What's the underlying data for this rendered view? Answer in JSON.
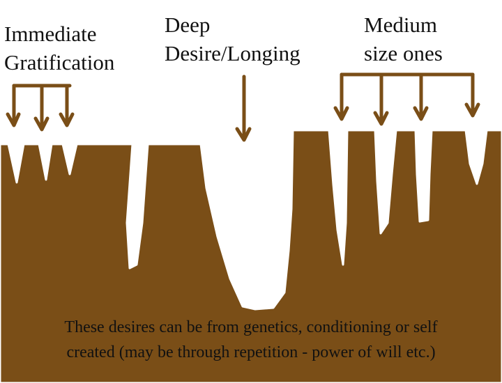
{
  "labels": {
    "immediate_line1": "Immediate",
    "immediate_line2": "Gratification",
    "deep_line1": "Deep",
    "deep_line2": "Desire/Longing",
    "medium_line1": "Medium",
    "medium_line2": "size ones"
  },
  "caption": {
    "line1": "These desires can be from genetics, conditioning or self",
    "line2": "created (may be through repetition - power of will etc.)"
  },
  "colors": {
    "ground": "#7a4e17",
    "outline": "#ffffff",
    "text": "#111111"
  }
}
